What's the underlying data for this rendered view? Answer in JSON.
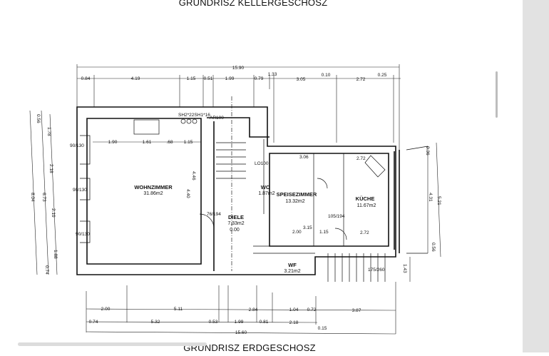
{
  "titles": {
    "top": "GRUNDRISZ KELLERGESCHOSZ",
    "bottom": "GRUNDRISZ ERDGESCHOSZ"
  },
  "top_dims": {
    "total": "15.90",
    "segments": [
      "0.84",
      "4.19",
      "1.15",
      "0.51",
      "1.99",
      "0.79",
      "1.33",
      "3.05",
      "0.10",
      "2.72",
      "0.25"
    ]
  },
  "bottom_dims": {
    "row1": [
      "2.00",
      "5.11",
      "2.84",
      "1.04",
      "0.72",
      "3.87"
    ],
    "row2": [
      "0.74",
      "5.32",
      "0.53",
      "1.99",
      "0.81",
      "2.18",
      "0.15"
    ],
    "total": "15.60"
  },
  "left_dims": {
    "outer": "8.04",
    "middle": "6.73",
    "inner": [
      "0.56",
      "1.78",
      "2.18",
      "2.19",
      "1.88",
      "0.74"
    ],
    "windows": [
      "90/130",
      "90/130",
      "90/130"
    ]
  },
  "right_dims": [
    "0.36",
    "4.31",
    "5.21",
    "0.56",
    "1.43"
  ],
  "rooms": [
    {
      "name": "WOHNZIMMER",
      "area": "31.86m2"
    },
    {
      "name": "DIELE",
      "area": "7.33m2",
      "level": "0.00"
    },
    {
      "name": "WC",
      "area": "1.87m2"
    },
    {
      "name": "SPEISEZIMMER",
      "area": "13.32m2"
    },
    {
      "name": "KÜCHE",
      "area": "11.67m2"
    },
    {
      "name": "WF",
      "area": "3.21m2"
    }
  ],
  "annotations": {
    "wohn_dims": [
      "1.90",
      "1.61",
      ".68",
      "1.15",
      "4.46",
      "4.40"
    ],
    "chimney": "SH2*22SH1*16",
    "ar": "AR100",
    "wc_door": "LO100",
    "door_diele": "76/194",
    "speise_dims": [
      "3.06",
      "3.15",
      "2.00",
      "1.15"
    ],
    "kueche_dims": [
      "2.72",
      "2.72",
      "105/194"
    ],
    "stair": "175/260"
  }
}
